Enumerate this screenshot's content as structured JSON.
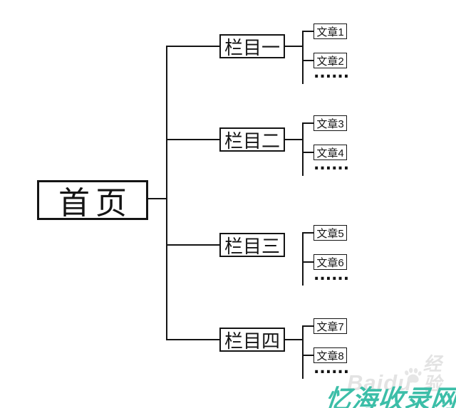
{
  "diagram": {
    "root": {
      "label": "首页"
    },
    "columns": [
      {
        "label": "栏目一",
        "articles": [
          "文章1",
          "文章2"
        ],
        "ellipsis": "......",
        "connected_to_articles": true
      },
      {
        "label": "栏目二",
        "articles": [
          "文章3",
          "文章4"
        ],
        "ellipsis": "......",
        "connected_to_articles": true
      },
      {
        "label": "栏目三",
        "articles": [
          "文章5",
          "文章6"
        ],
        "ellipsis": "......",
        "connected_to_articles": false
      },
      {
        "label": "栏目四",
        "articles": [
          "文章7",
          "文章8"
        ],
        "ellipsis": "......",
        "connected_to_articles": true
      }
    ]
  },
  "watermarks": {
    "baidu": {
      "brand": "Baidu",
      "suffix": "经验",
      "color": "#E3E3E3",
      "icon": "paw-icon"
    },
    "site": {
      "text": "忆海收录网",
      "color": "#3CBEA8"
    }
  },
  "colors": {
    "background": "#FFFFFF",
    "line": "#141414"
  }
}
